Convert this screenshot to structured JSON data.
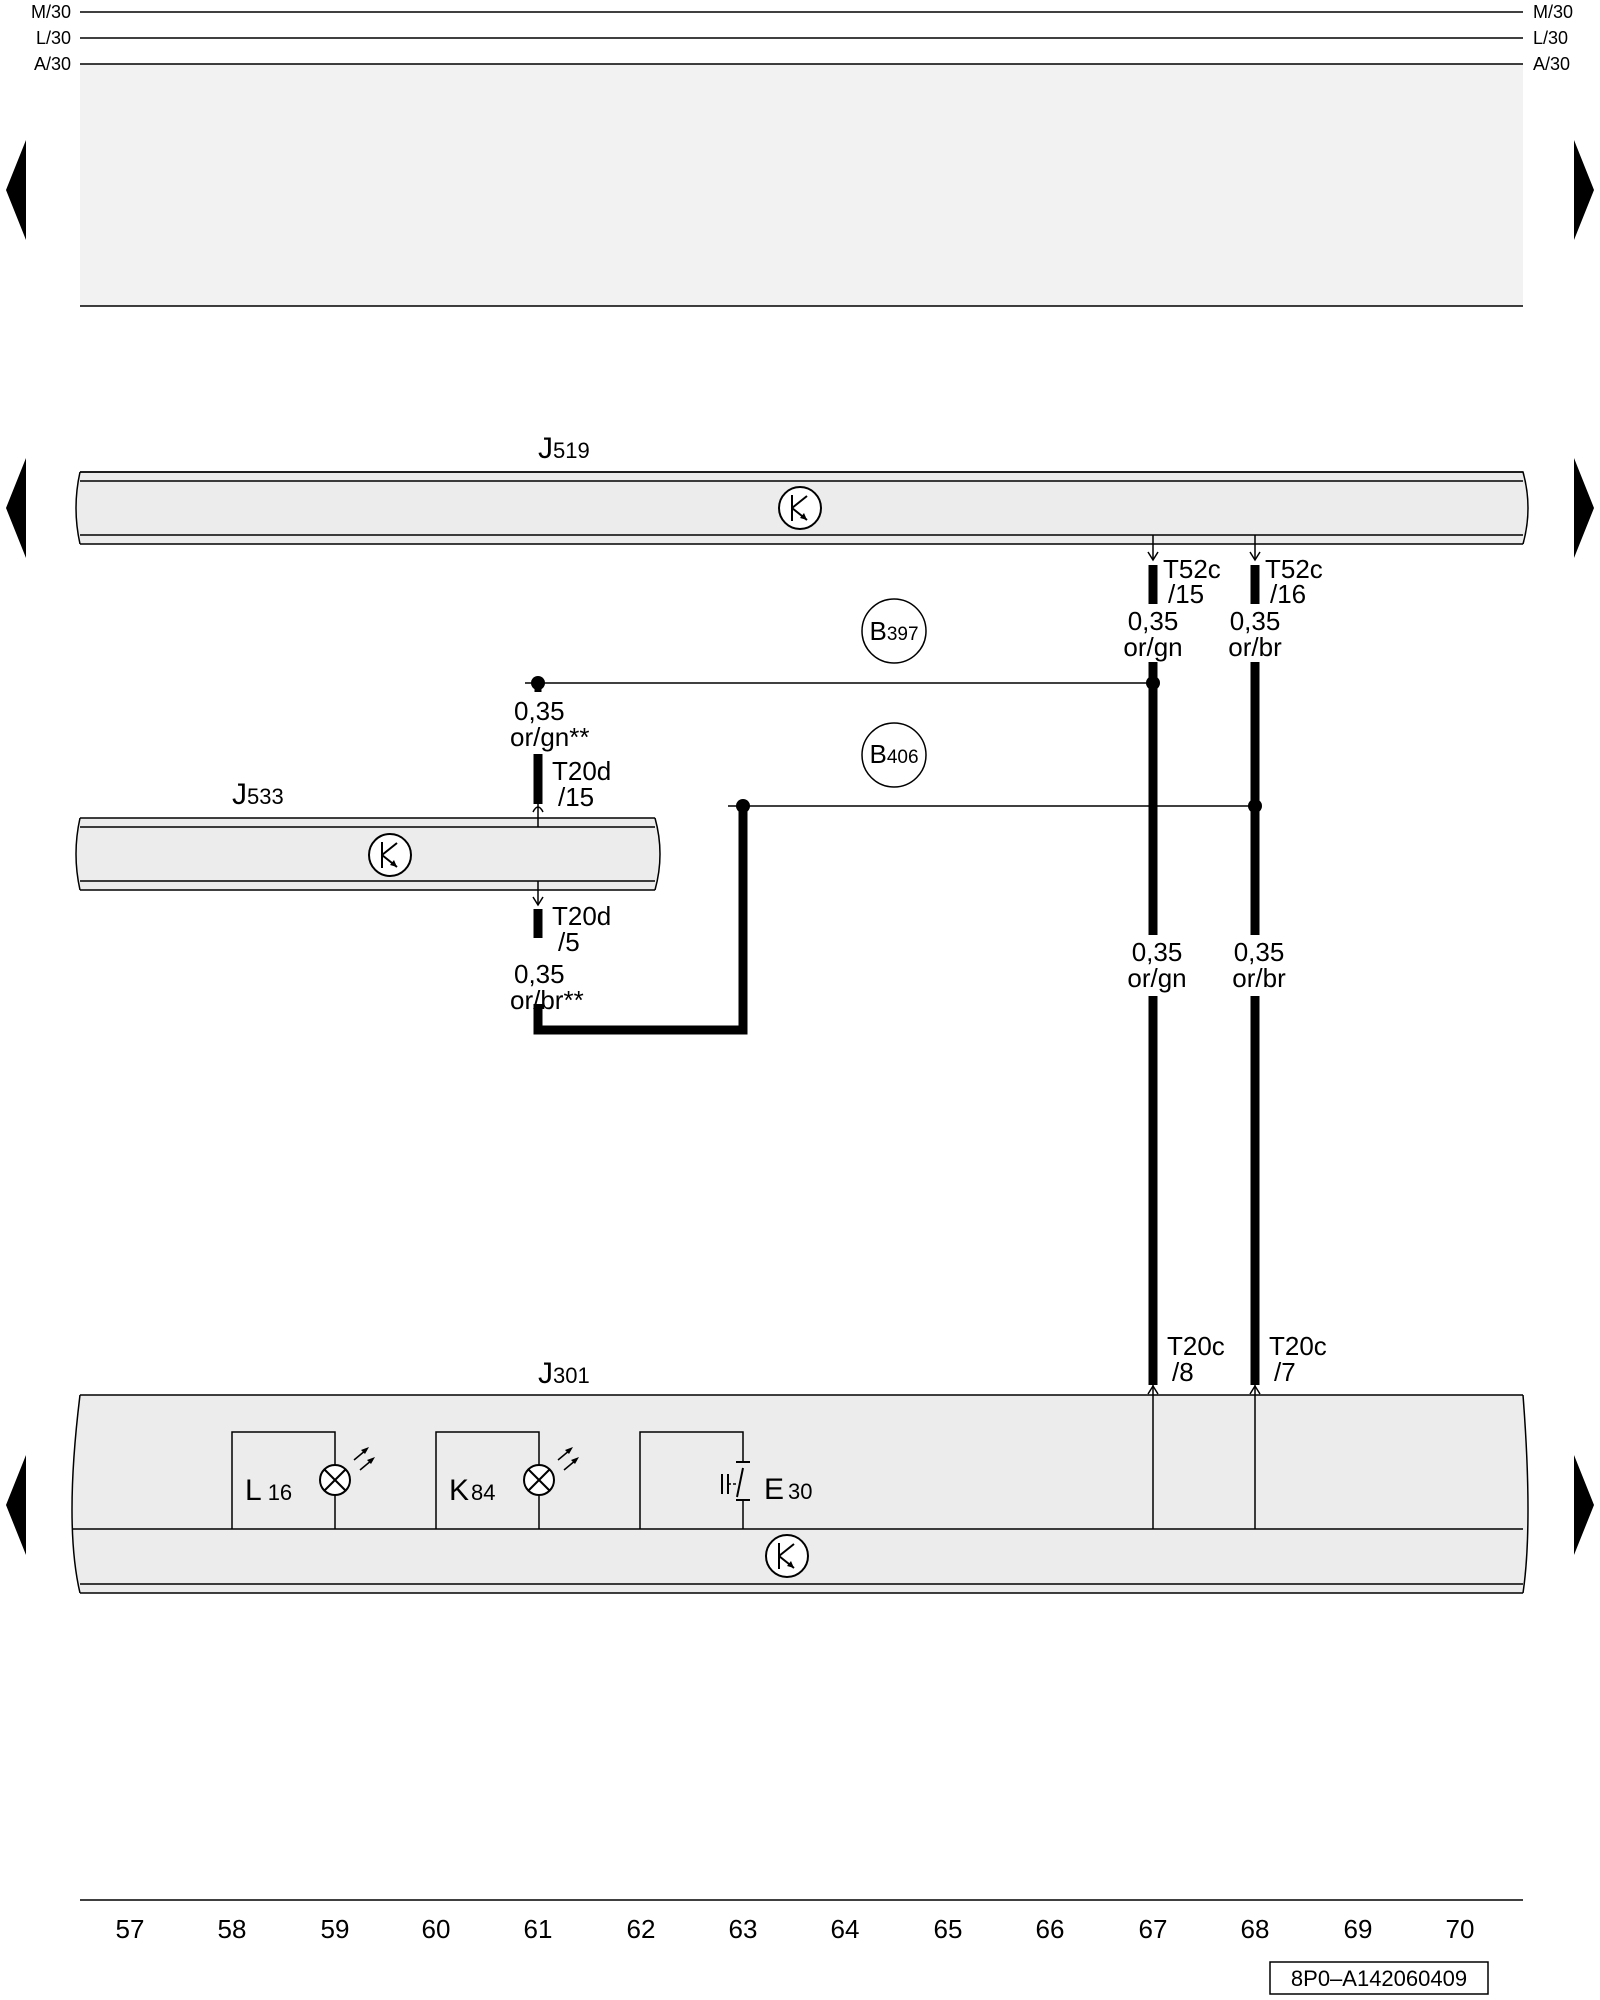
{
  "rails": {
    "left": [
      "M/30",
      "L/30",
      "A/30"
    ],
    "right": [
      "M/30",
      "L/30",
      "A/30"
    ]
  },
  "components": {
    "j519": {
      "letter": "J",
      "num": "519"
    },
    "j533": {
      "letter": "J",
      "num": "533"
    },
    "j301": {
      "letter": "J",
      "num": "301"
    },
    "l16": {
      "letter": "L",
      "num": "16"
    },
    "k84": {
      "letter": "K",
      "num": "84"
    },
    "e30": {
      "letter": "E",
      "num": "30"
    }
  },
  "circles": {
    "b397": {
      "letter": "B",
      "num": "397"
    },
    "b406": {
      "letter": "B",
      "num": "406"
    }
  },
  "connectors": {
    "t52c_15": {
      "l1": "T52c",
      "l2": "/15"
    },
    "t52c_16": {
      "l1": "T52c",
      "l2": "/16"
    },
    "t20d_15": {
      "l1": "T20d",
      "l2": "/15"
    },
    "t20d_5": {
      "l1": "T20d",
      "l2": "/5"
    },
    "t20c_8": {
      "l1": "T20c",
      "l2": "/8"
    },
    "t20c_7": {
      "l1": "T20c",
      "l2": "/7"
    }
  },
  "wires": {
    "w67_top": {
      "size": "0,35",
      "color": "or/gn"
    },
    "w68_top": {
      "size": "0,35",
      "color": "or/br"
    },
    "w61_top": {
      "size": "0,35",
      "color": "or/gn**"
    },
    "w61_bottom": {
      "size": "0,35",
      "color": "or/br**"
    },
    "w67_bottom": {
      "size": "0,35",
      "color": "or/gn"
    },
    "w68_bottom": {
      "size": "0,35",
      "color": "or/br"
    }
  },
  "columns": [
    "57",
    "58",
    "59",
    "60",
    "61",
    "62",
    "63",
    "64",
    "65",
    "66",
    "67",
    "68",
    "69",
    "70"
  ],
  "reference": "8P0–A142060409"
}
